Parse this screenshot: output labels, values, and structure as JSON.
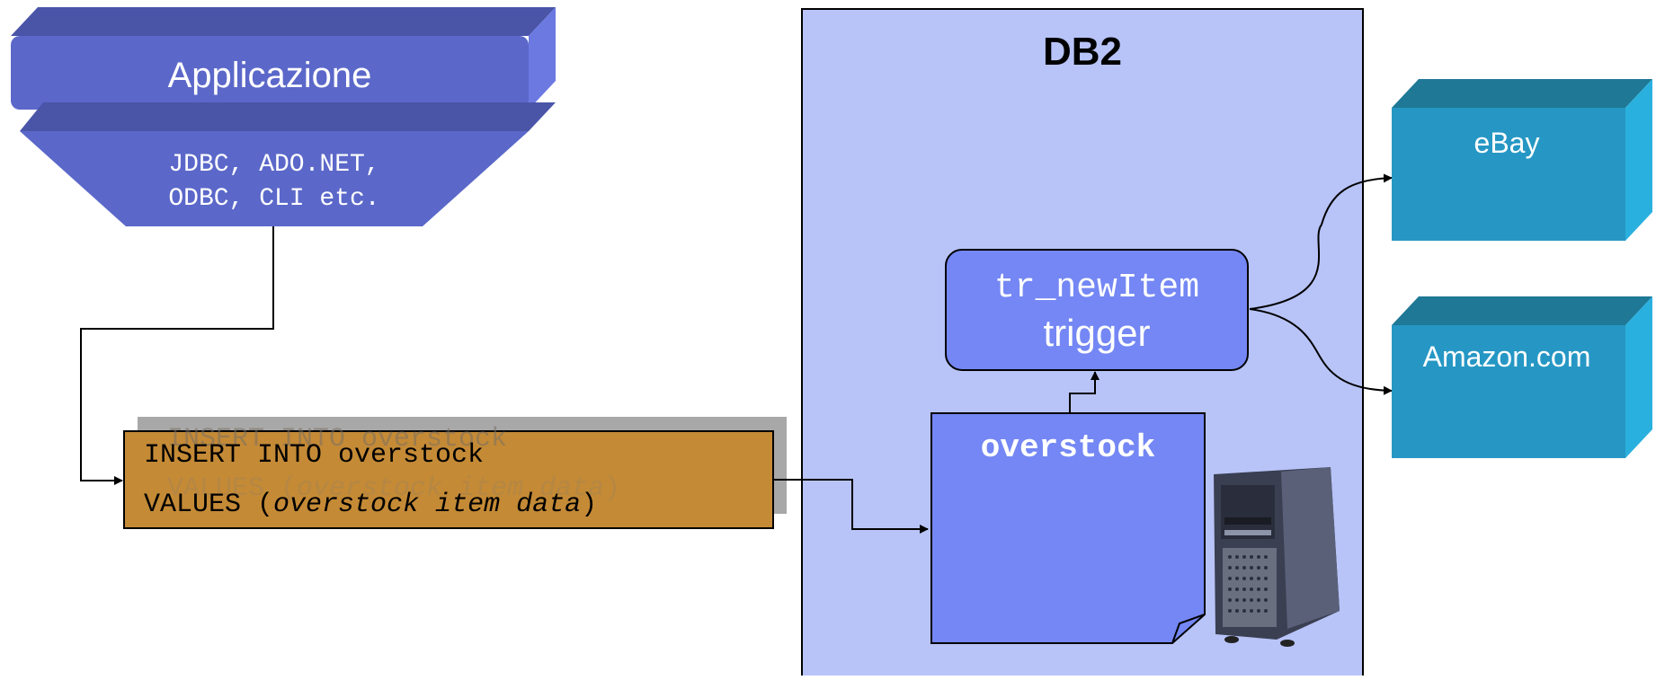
{
  "application": {
    "title": "Applicazione",
    "drivers_line1": "JDBC, ADO.NET,",
    "drivers_line2": "ODBC, CLI etc."
  },
  "sql": {
    "line1": "INSERT INTO overstock",
    "line2_prefix": "VALUES (",
    "line2_italic": "overstock item data",
    "line2_suffix": ")"
  },
  "db": {
    "title": "DB2",
    "table_name": "overstock",
    "trigger_name": "tr_newItem",
    "trigger_label": "trigger"
  },
  "targets": {
    "ebay": "eBay",
    "amazon": "Amazon.com"
  },
  "colors": {
    "app_blue": "#5563c4",
    "db_background": "#b8c4f8",
    "node_blue": "#7487f4",
    "sql_orange": "#c48a36",
    "target_teal": "#2697c4"
  }
}
